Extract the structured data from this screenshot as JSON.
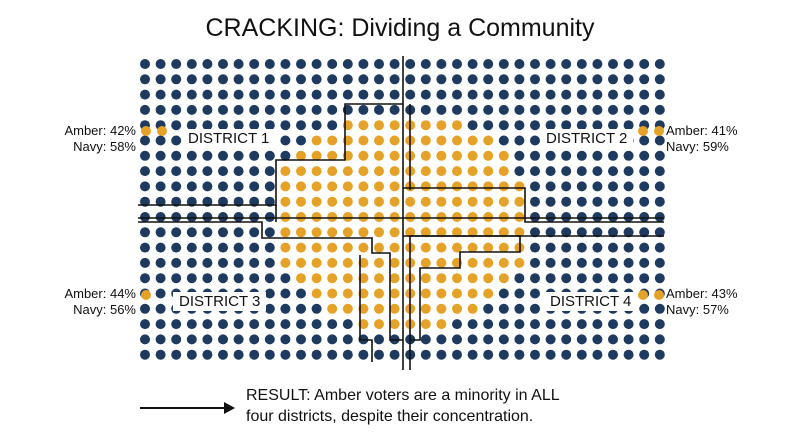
{
  "title": "CRACKING: Dividing a Community",
  "colors": {
    "amber": "#E5A229",
    "navy": "#1F3A5F",
    "line": "#111111"
  },
  "districts": [
    {
      "label": "DISTRICT 1",
      "amber": "Amber: 42%",
      "navy": "Navy: 58%"
    },
    {
      "label": "DISTRICT 2",
      "amber": "Amber: 41%",
      "navy": "Navy: 59%"
    },
    {
      "label": "DISTRICT 3",
      "amber": "Amber: 44%",
      "navy": "Navy: 56%"
    },
    {
      "label": "DISTRICT 4",
      "amber": "Amber: 43%",
      "navy": "Navy: 57%"
    }
  ],
  "result": {
    "line1": "RESULT: Amber voters are a minority in ALL",
    "line2": "four districts, despite their concentration."
  }
}
